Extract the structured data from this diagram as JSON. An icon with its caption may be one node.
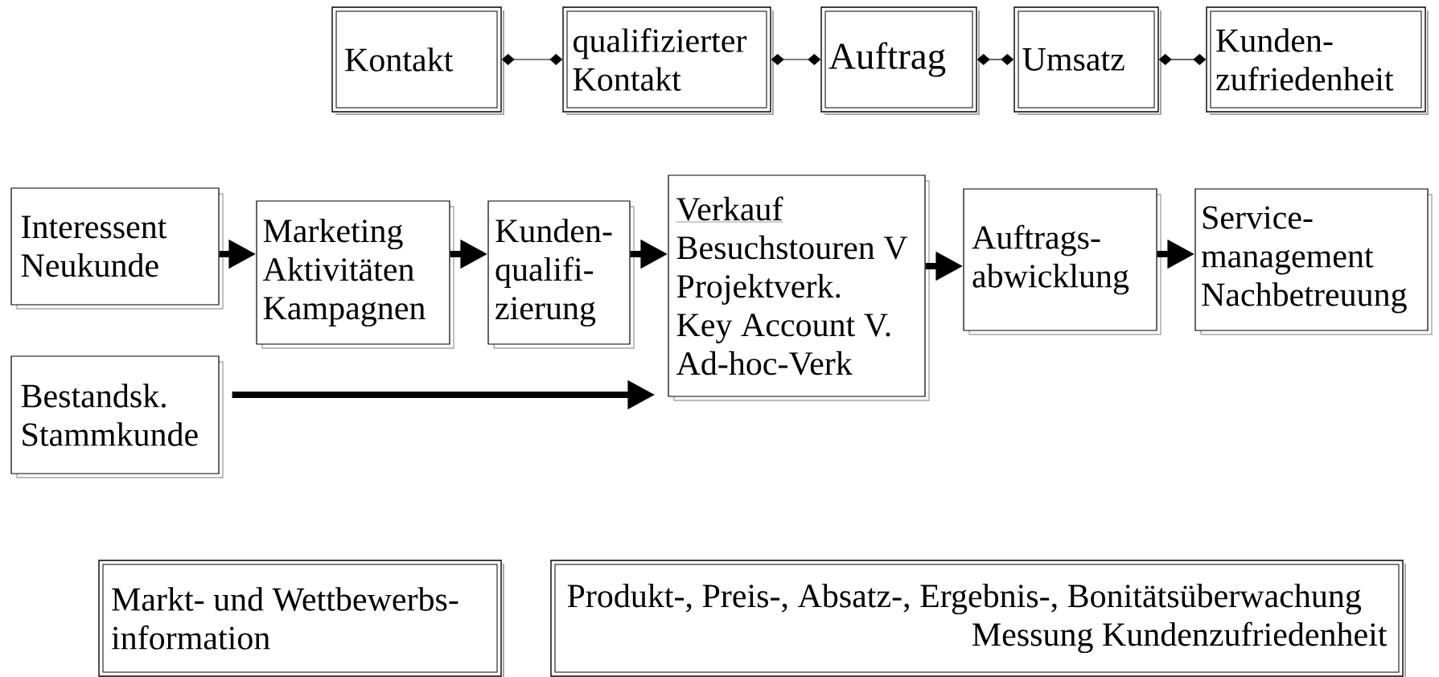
{
  "diagram": {
    "nodes": [
      {
        "text": [
          "Kontakt"
        ]
      },
      {
        "text": [
          "qualifizierter Kontakt"
        ]
      },
      {
        "text": [
          "Auftrag"
        ]
      },
      {
        "text": [
          "Umsatz"
        ]
      },
      {
        "text": [
          "Kunden- zufriedenheit"
        ]
      },
      {
        "text": [
          "Interessent Neukunde"
        ]
      },
      {
        "text": [
          "Marketing Aktivitäten Kampagnen"
        ]
      },
      {
        "text": [
          "Kunden- qualifi- zierung"
        ]
      },
      {
        "text": [
          "Verkauf",
          "Besuchstouren V",
          "Projektverk.",
          "Key Account V.",
          "Ad-hoc-Verk"
        ]
      },
      {
        "text": [
          "Auftrags- abwicklung"
        ]
      },
      {
        "text": [
          "Service- management Nachbetreuung"
        ]
      },
      {
        "text": [
          "Bestandsk. Stammkunde"
        ]
      },
      {
        "text": [
          "Markt- und Wettbewerbs- information"
        ]
      },
      {
        "text": [
          "Produkt-, Preis-, Absatz-, Ergebnis-, Bonitätsüberwachung",
          "Messung Kundenzufriedenheit"
        ]
      }
    ],
    "edges": [
      {
        "from": 0,
        "to": 1,
        "arrow": "other"
      },
      {
        "from": 1,
        "to": 2,
        "arrow": "other"
      },
      {
        "from": 2,
        "to": 3,
        "arrow": "other"
      },
      {
        "from": 3,
        "to": 4,
        "arrow": "other"
      },
      {
        "from": 5,
        "to": 6,
        "arrow": "to"
      },
      {
        "from": 6,
        "to": 7,
        "arrow": "to"
      },
      {
        "from": 7,
        "to": 8,
        "arrow": "to"
      },
      {
        "from": 8,
        "to": 9,
        "arrow": "to"
      },
      {
        "from": 9,
        "to": 10,
        "arrow": "to"
      },
      {
        "from": 11,
        "to": 8,
        "arrow": "to"
      }
    ]
  }
}
